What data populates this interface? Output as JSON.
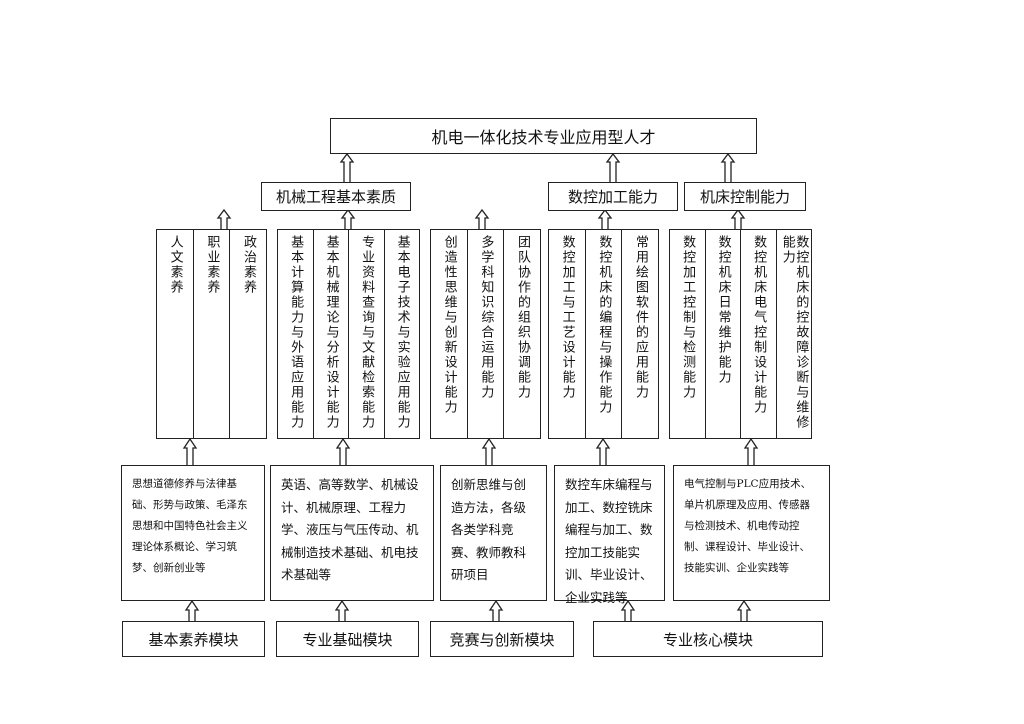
{
  "top": "机电一体化技术专业应用型人才",
  "categories": [
    {
      "label": "机械工程基本素质"
    },
    {
      "label": "数控加工能力"
    },
    {
      "label": "机床控制能力"
    }
  ],
  "ability_groups": [
    {
      "items": [
        "人文素养",
        "职业素养",
        "政治素养"
      ]
    },
    {
      "items": [
        "基本计算能力与外语应用能力",
        "基本机械理论与分析设计能力",
        "专业资料查询与文献检索能力",
        "基本电子技术与实验应用能力"
      ]
    },
    {
      "items": [
        "创造性思维与创新设计能力",
        "多学科知识综合运用能力",
        "团队协作的组织协调能力"
      ]
    },
    {
      "items": [
        "数控加工与工艺设计能力",
        "数控机床的编程与操作能力",
        "常用绘图软件的应用能力"
      ]
    },
    {
      "items": [
        "数控加工控制与检测能力",
        "数控机床日常维护能力",
        "数控机床电气控制设计能力",
        "数控机床的控故障诊断与维修能力"
      ]
    }
  ],
  "courses": [
    "思想道德修养与法律基础、形势与政策、毛泽东思想和中国特色社会主义理论体系概论、学习筑梦、创新创业等",
    "英语、高等数学、机械设计、机械原理、工程力学、液压与气压传动、机械制造技术基础、机电技术基础等",
    "创新思维与创造方法，各级各类学科竞赛、教师教科研项目",
    "数控车床编程与加工、数控铣床编程与加工、数控加工技能实训、毕业设计、企业实践等",
    "电气控制与PLC应用技术、单片机原理及应用、传感器与检测技术、机电传动控制、课程设计、毕业设计、技能实训、企业实践等"
  ],
  "modules": [
    "基本素养模块",
    "专业基础模块",
    "竞赛与创新模块",
    "专业核心模块"
  ]
}
